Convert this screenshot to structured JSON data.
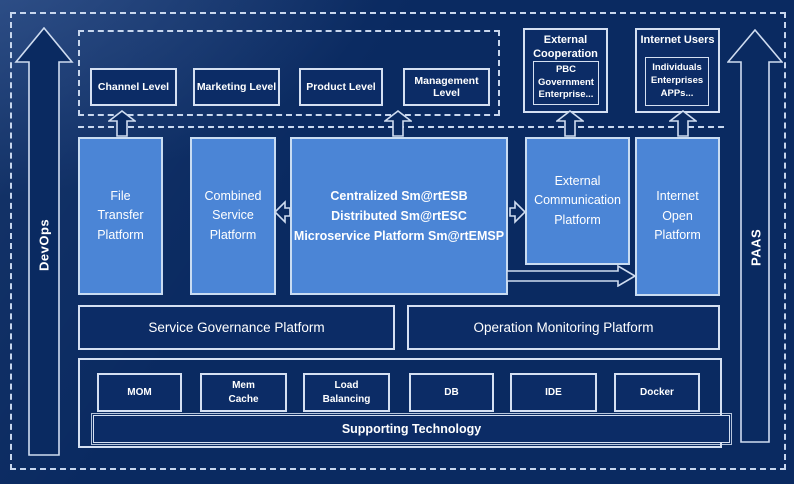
{
  "rails": {
    "devops": "DevOps",
    "paas": "PAAS"
  },
  "top_band": {
    "levels": [
      "Channel Level",
      "Marketing Level",
      "Product Level",
      "Management Level"
    ],
    "external_cooperation": {
      "title": "External\nCooperation",
      "body": "PBC Government\nEnterprise..."
    },
    "internet_users": {
      "title": "Internet Users",
      "body": "Individuals\nEnterprises\nAPPs..."
    }
  },
  "platforms": {
    "file_transfer": "File\nTransfer\nPlatform",
    "combined_service": "Combined\nService\nPlatform",
    "central": "Centralized Sm@rtESB\nDistributed Sm@rtESC\nMicroservice Platform Sm@rtEMSP",
    "external_communication": "External\nCommunication\nPlatform",
    "internet_open": "Internet\nOpen\nPlatform"
  },
  "governance": {
    "service": "Service Governance Platform",
    "operation": "Operation Monitoring Platform"
  },
  "supporting": {
    "technologies": [
      "MOM",
      "Mem\nCache",
      "Load\nBalancing",
      "DB",
      "IDE",
      "Docker"
    ],
    "bar": "Supporting Technology"
  },
  "colors": {
    "background": "#0a2a61",
    "box_dark": "#0c2c66",
    "box_light": "#4b85d6",
    "line": "#cfdcf0",
    "text": "#ffffff"
  }
}
